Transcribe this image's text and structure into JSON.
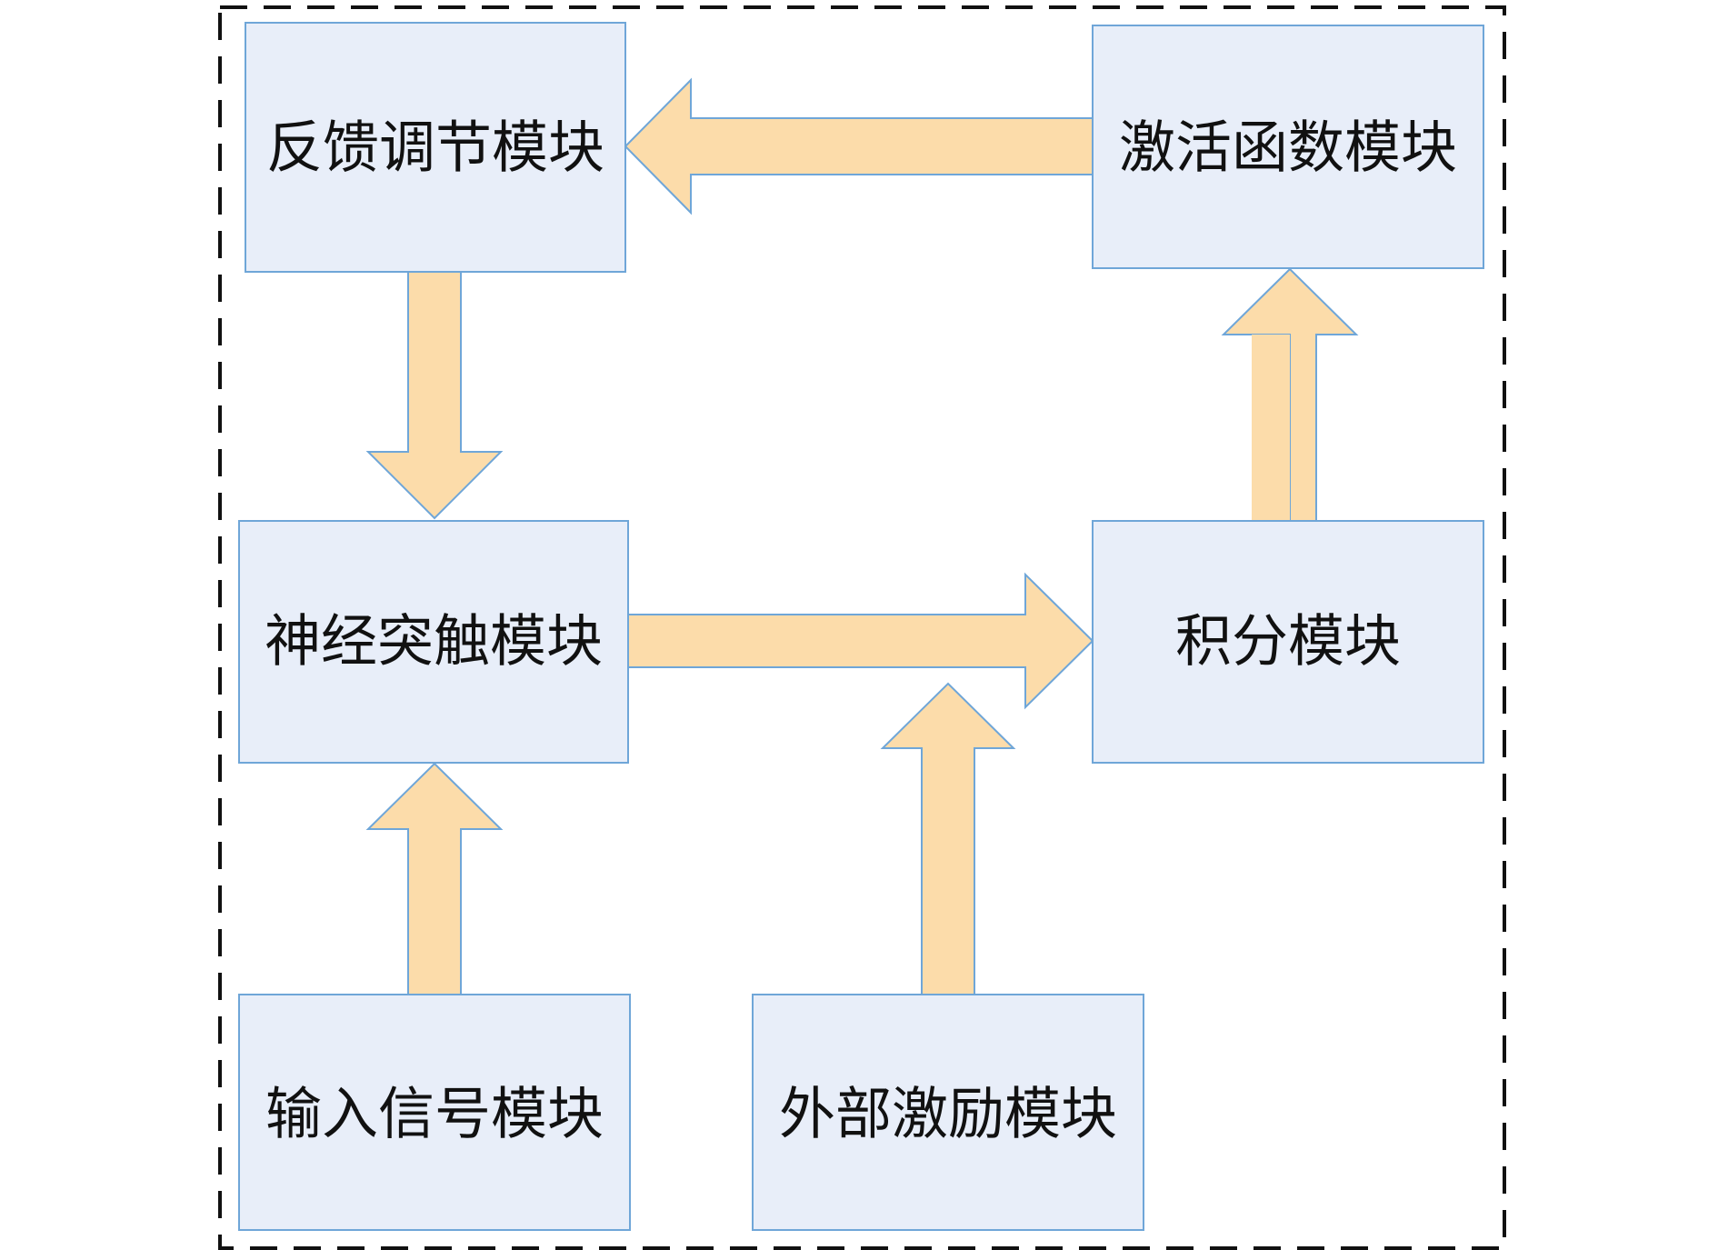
{
  "colors": {
    "module_fill": "#E8EEF9",
    "module_border": "#6FA6D8",
    "arrow_fill": "#FCDCAA",
    "arrow_border": "#6FA6D8",
    "frame": "#111111"
  },
  "modules": {
    "feedback": {
      "label": "反馈调节模块"
    },
    "activation": {
      "label": "激活函数模块"
    },
    "synapse": {
      "label": "神经突触模块"
    },
    "integration": {
      "label": "积分模块"
    },
    "input": {
      "label": "输入信号模块"
    },
    "stimulus": {
      "label": "外部激励模块"
    }
  }
}
